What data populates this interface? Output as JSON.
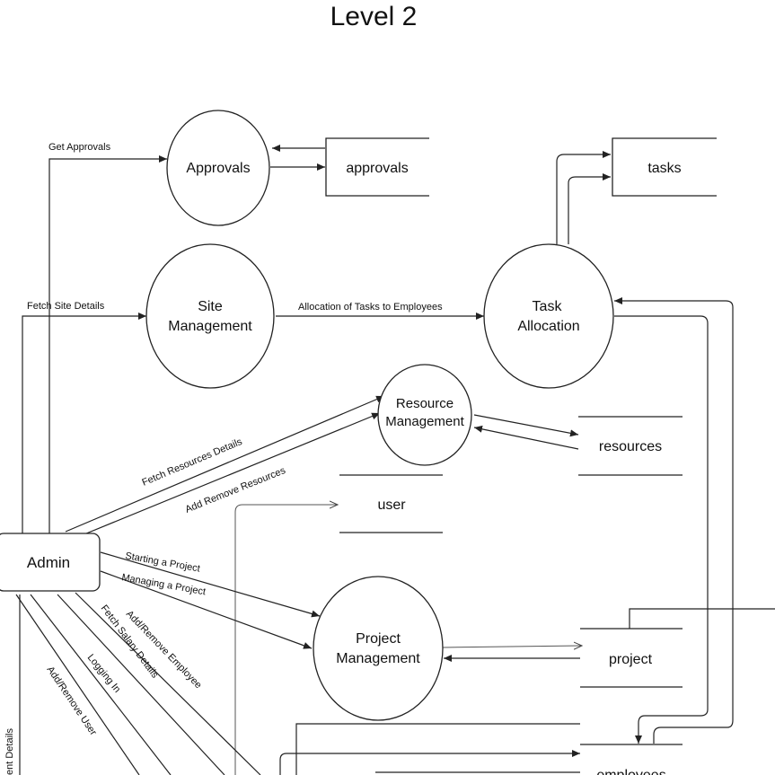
{
  "title": "Level 2",
  "entities": {
    "admin": "Admin"
  },
  "processes": {
    "approvals": "Approvals",
    "site_management": [
      "Site",
      "Management"
    ],
    "task_allocation": [
      "Task",
      "Allocation"
    ],
    "resource_management": [
      "Resource",
      "Management"
    ],
    "project_management": [
      "Project",
      "Management"
    ]
  },
  "stores": {
    "approvals": "approvals",
    "tasks": "tasks",
    "resources": "resources",
    "user": "user",
    "project": "project",
    "employees": "employees"
  },
  "flows": {
    "get_approvals": "Get Approvals",
    "fetch_site_details": "Fetch Site Details",
    "allocation_tasks": "Allocation of Tasks to Employees",
    "fetch_resources_details": "Fetch Resources Details",
    "add_remove_resources": "Add Remove Resources",
    "starting_project": "Starting a Project",
    "managing_project": "Managing a Project",
    "add_remove_employee": "Add/Remove Employee",
    "fetch_salary_details": "Fetch Salary Details",
    "logging_in": "Logging In",
    "add_remove_user": "Add/Remove User",
    "payment_details": "ent Details"
  }
}
